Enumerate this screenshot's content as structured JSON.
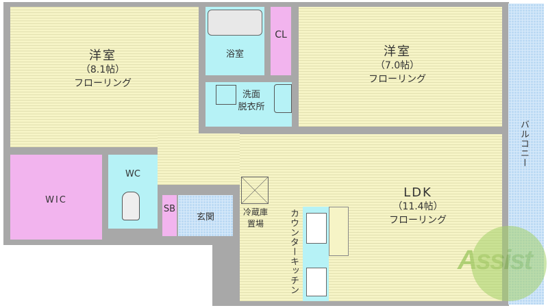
{
  "rooms": {
    "western1": {
      "name": "洋室",
      "size": "（8.1帖）",
      "floor": "フローリング"
    },
    "western2": {
      "name": "洋室",
      "size": "（7.0帖）",
      "floor": "フローリング"
    },
    "ldk": {
      "name": "LDK",
      "size": "（11.4帖）",
      "floor": "フローリング"
    },
    "bath": "浴室",
    "closet": "CL",
    "washroom": "洗面\n脱衣所",
    "wic": "WIC",
    "wc": "WC",
    "sb": "SB",
    "entrance": "玄関",
    "fridge": "冷蔵庫\n置場",
    "kitchen": "カウンターキッチン",
    "balcony": "バルコニー"
  },
  "watermark": "Assist",
  "colors": {
    "wall": "#a8a8a8",
    "floor": "#f6f4c6",
    "pink": "#f2b4ee",
    "cyan": "#b6f2f6",
    "balcony": "#bcdaf4",
    "logo": "#8cc63f"
  }
}
